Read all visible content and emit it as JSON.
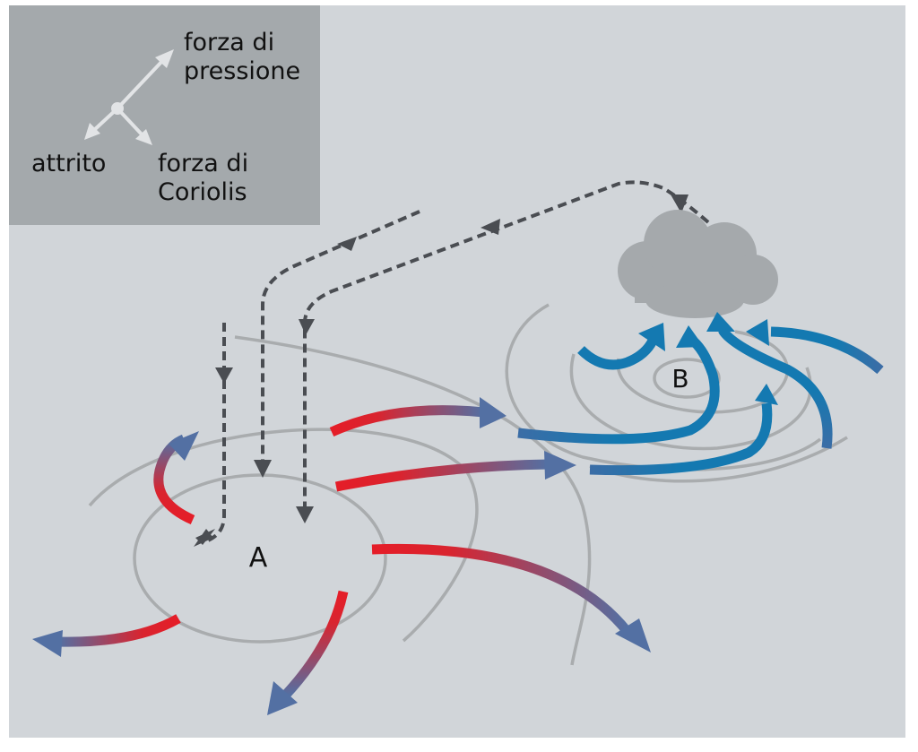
{
  "legend": {
    "pressure_line1": "forza di",
    "pressure_line2": "pressione",
    "friction": "attrito",
    "coriolis_line1": "forza di",
    "coriolis_line2": "Coriolis"
  },
  "centers": {
    "high": "A",
    "low": "B"
  },
  "colors": {
    "background": "#d1d5d9",
    "legend_panel": "#a4a9ac",
    "isobar": "#a9acae",
    "descending_flow": "#4a4d52",
    "cloud": "#a5a9ac",
    "outflow_start": "#e51d28",
    "outflow_end": "#5370a3",
    "inflow": "#1479b1",
    "inflow_mix": "#3b6da6"
  }
}
